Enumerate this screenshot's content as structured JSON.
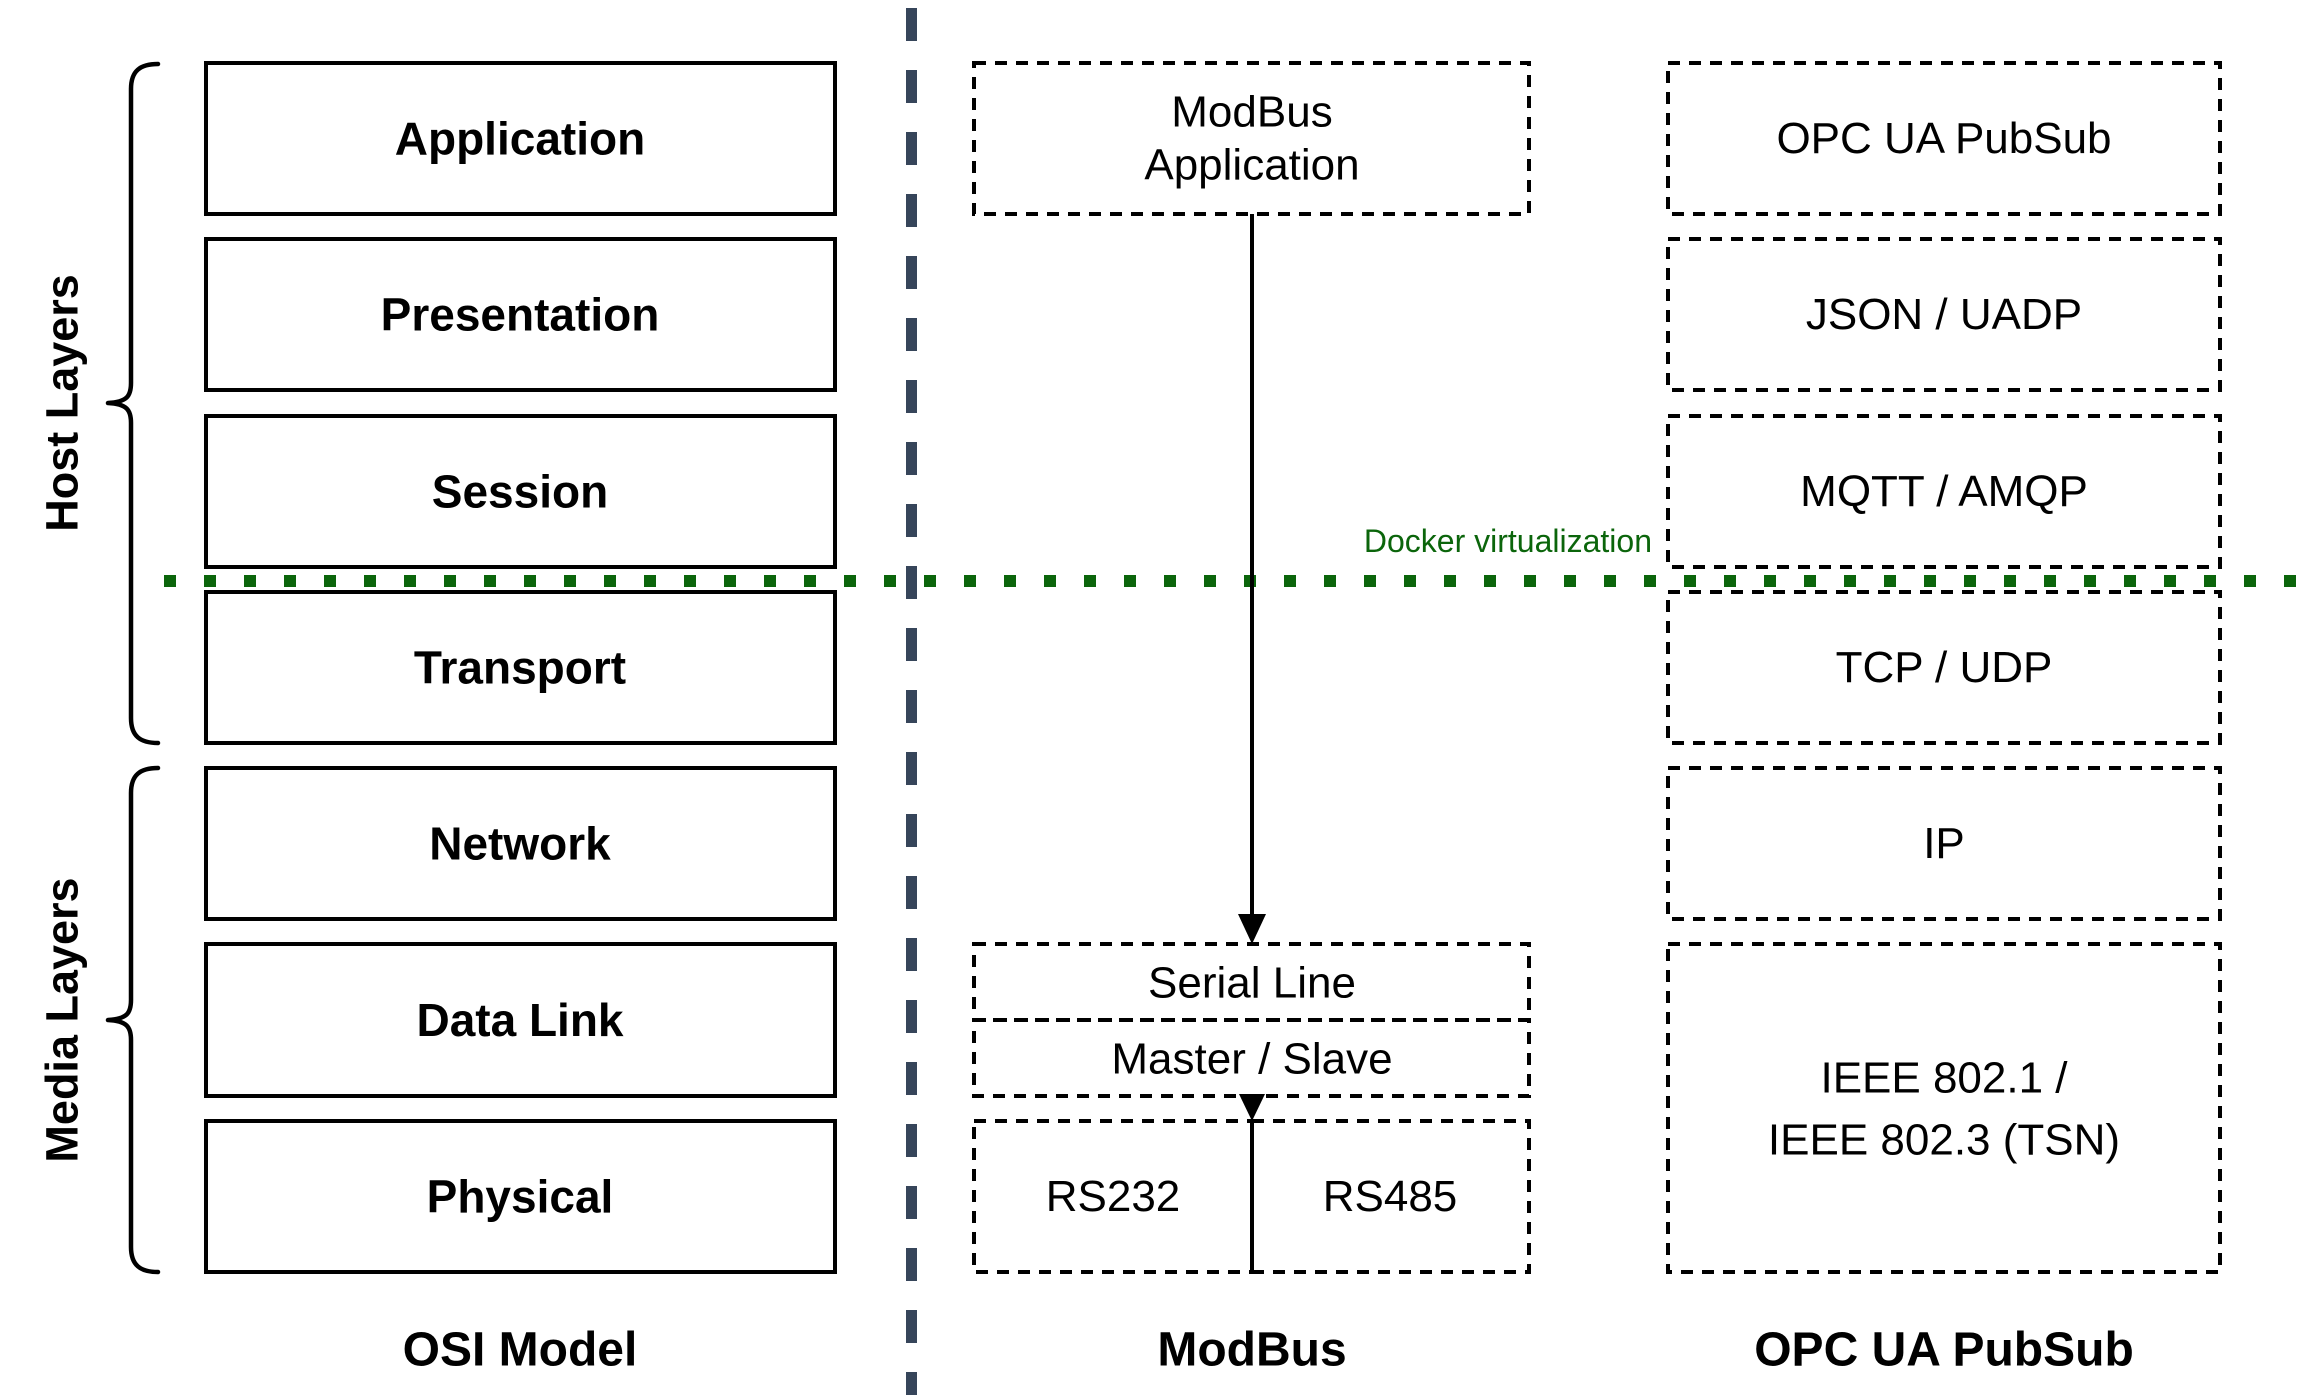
{
  "diagram": {
    "side_labels": {
      "host": "Host Layers",
      "media": "Media Layers"
    },
    "osi": {
      "column_label": "OSI Model",
      "layers": [
        "Application",
        "Presentation",
        "Session",
        "Transport",
        "Network",
        "Data Link",
        "Physical"
      ]
    },
    "modbus": {
      "column_label": "ModBus",
      "application_line1": "ModBus",
      "application_line2": "Application",
      "serial_line": "Serial Line",
      "master_slave": "Master / Slave",
      "rs232": "RS232",
      "rs485": "RS485"
    },
    "opcua": {
      "column_label": "OPC UA PubSub",
      "rows": [
        "OPC UA PubSub",
        "JSON / UADP",
        "MQTT / AMQP",
        "TCP / UDP",
        "IP"
      ],
      "ieee_line1": "IEEE 802.1 /",
      "ieee_line2": "IEEE 802.3 (TSN)"
    },
    "docker_label": "Docker virtualization",
    "colors": {
      "green": "#0b650b",
      "slate_divider": "#36455a",
      "black": "#000000",
      "background": "#ffffff"
    }
  }
}
